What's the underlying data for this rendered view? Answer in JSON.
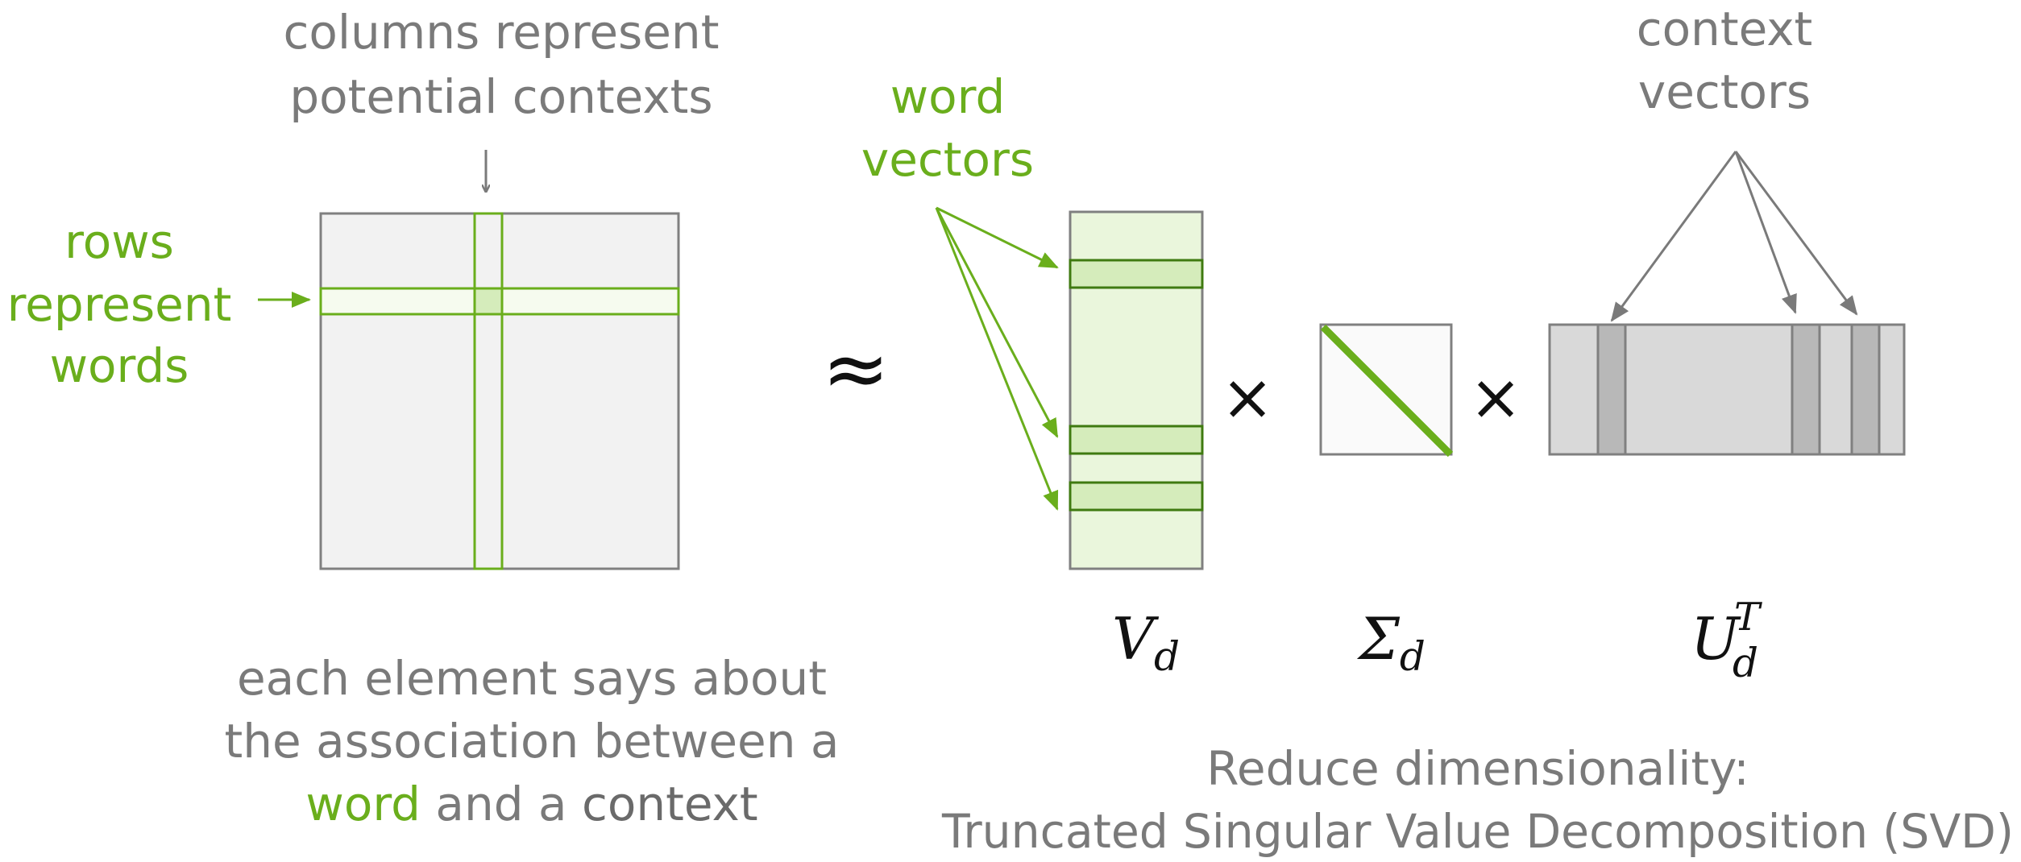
{
  "labels": {
    "columns_line1": "columns represent",
    "columns_line2": "potential contexts",
    "rows_line1": "rows",
    "rows_line2": "represent",
    "rows_line3": "words",
    "word_vectors_line1": "word",
    "word_vectors_line2": "vectors",
    "context_vectors_line1": "context",
    "context_vectors_line2": "vectors",
    "caption_line1": "each element says about",
    "caption_line2": "the association between a",
    "caption_word": "word",
    "caption_and_a": " and a ",
    "caption_context": "context",
    "svd_line1": "Reduce dimensionality:",
    "svd_line2": "Truncated Singular Value Decomposition (SVD)"
  },
  "symbols": {
    "approx": "≈",
    "times1": "×",
    "times2": "×",
    "v_base": "V",
    "v_sub": "d",
    "sigma_base": "Σ",
    "sigma_sub": "d",
    "u_base": "U",
    "u_sub": "d",
    "u_sup": "T"
  },
  "colors": {
    "green": "#6aae1c",
    "dark_green": "#3f7a10",
    "gray_text": "#7a7a7a",
    "matrix_fill": "#f2f2f2",
    "matrix_border": "#808080",
    "v_fill": "#eaf6dc",
    "u_fill": "#d9d9d9"
  }
}
